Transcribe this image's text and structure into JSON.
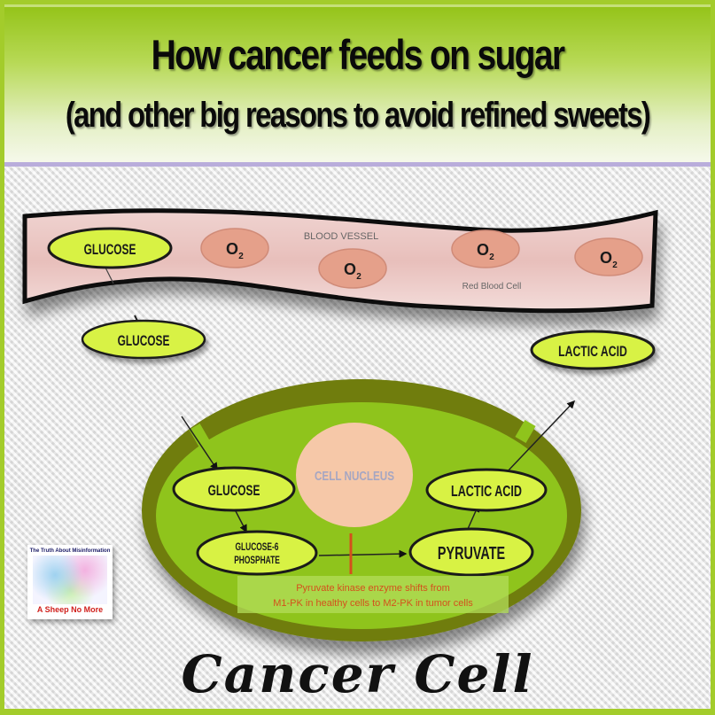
{
  "header": {
    "title": "How cancer feeds on sugar",
    "subtitle": "(and other big reasons to avoid refined sweets)"
  },
  "blood_vessel": {
    "label": "BLOOD VESSEL",
    "glucose_label": "GLUCOSE",
    "oxygen_label": "O",
    "oxygen_subscript": "2",
    "red_blood_cell_label": "Red Blood Cell"
  },
  "outside": {
    "glucose_label": "GLUCOSE",
    "lactic_acid_label": "LACTIC ACID"
  },
  "cell": {
    "nucleus_label": "CELL NUCLEUS",
    "glucose_label": "GLUCOSE",
    "g6p_line1": "GLUCOSE-6",
    "g6p_line2": "PHOSPHATE",
    "pyruvate_label": "PYRUVATE",
    "lactic_acid_label": "LACTIC ACID",
    "note_line1": "Pyruvate kinase enzyme shifts from",
    "note_line2": "M1-PK in healthy cells to M2-PK in tumor cells"
  },
  "footer": {
    "title": "Cancer Cell"
  },
  "logo": {
    "top_text": "The Truth About Misinformation",
    "bottom_text": "A Sheep No More"
  },
  "colors": {
    "frame_green": "#a3cc2b",
    "bubble_fill": "#d8f244",
    "cell_fill": "#8fc41f",
    "membrane": "#6f7d10",
    "vessel_fill": "#ecc7c4",
    "oxygen_fill": "#e5a08a",
    "nucleus_fill": "#f6c8a8",
    "note_text": "#d4501c"
  }
}
